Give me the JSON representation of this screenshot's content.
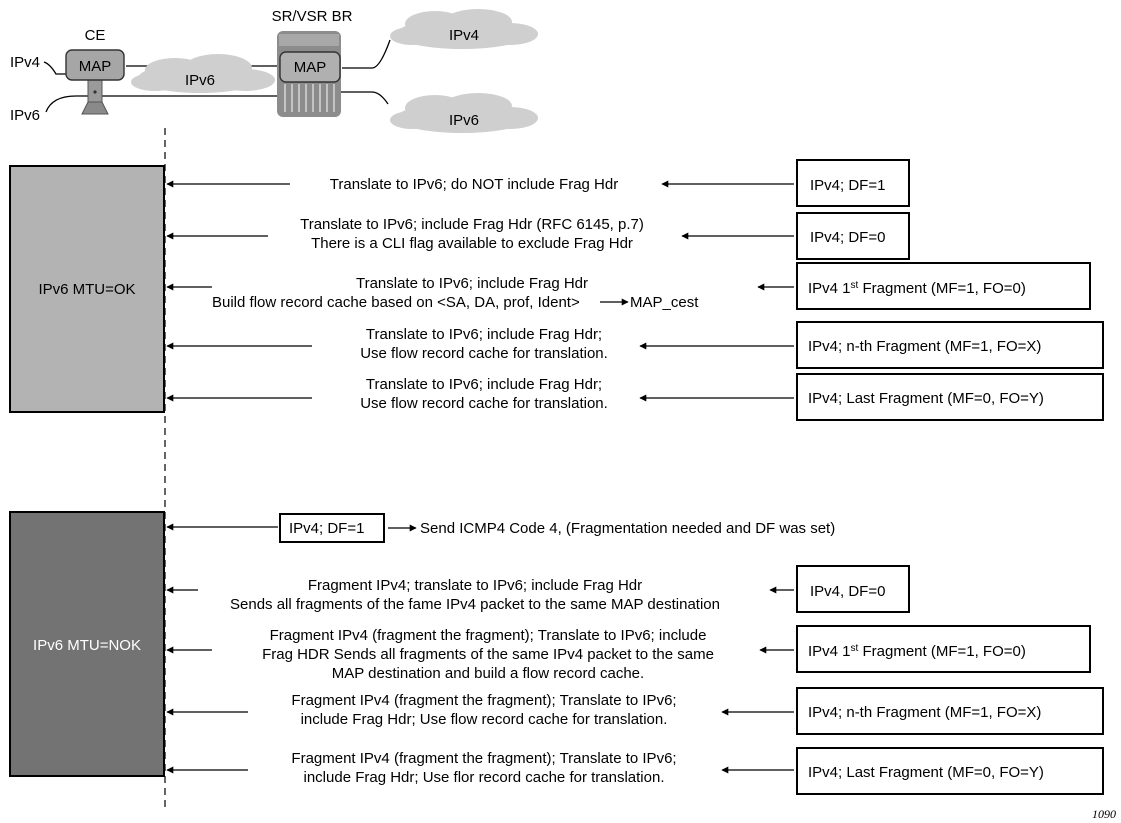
{
  "network": {
    "ce_label": "CE",
    "ce_map": "MAP",
    "br_label": "SR/VSR BR",
    "br_map": "MAP",
    "left_ipv4": "IPv4",
    "left_ipv6": "IPv6",
    "cloud_ipv6": "IPv6",
    "cloud_ipv4": "IPv4",
    "cloud_ipv6_bottom": "IPv6"
  },
  "ok_section": {
    "box_label": "IPv6 MTU=OK",
    "rows": [
      {
        "lines": [
          "Translate to IPv6; do NOT include Frag Hdr"
        ],
        "packet": "IPv4; DF=1"
      },
      {
        "lines": [
          "Translate to IPv6; include Frag Hdr (RFC 6145, p.7)",
          "There is a CLI flag available to exclude Frag Hdr"
        ],
        "packet": "IPv4; DF=0"
      },
      {
        "lines": [
          "Translate to IPv6; include Frag Hdr",
          "Build flow record cache based on <SA, DA, prof, Ident>",
          "MAP_cest"
        ],
        "packet": "IPv4 1st Fragment (MF=1, FO=0)"
      },
      {
        "lines": [
          "Translate to IPv6; include Frag Hdr;",
          "Use flow record cache for translation."
        ],
        "packet": "IPv4; n-th Fragment (MF=1, FO=X)"
      },
      {
        "lines": [
          "Translate to IPv6; include Frag Hdr;",
          "Use flow record cache for translation."
        ],
        "packet": "IPv4; Last Fragment (MF=0, FO=Y)"
      }
    ]
  },
  "nok_section": {
    "box_label": "IPv6 MTU=NOK",
    "df1_packet": "IPv4; DF=1",
    "df1_action": "Send ICMP4 Code 4, (Fragmentation needed and DF was set)",
    "rows": [
      {
        "lines": [
          "Fragment IPv4; translate to IPv6; include Frag Hdr",
          "Sends all fragments of the fame IPv4 packet to the same MAP destination"
        ],
        "packet": "IPv4, DF=0"
      },
      {
        "lines": [
          "Fragment IPv4 (fragment the fragment); Translate to IPv6; include",
          "Frag HDR Sends all fragments of the same IPv4 packet to the same",
          "MAP destination and build a flow record cache."
        ],
        "packet": "IPv4 1st Fragment (MF=1, FO=0)"
      },
      {
        "lines": [
          "Fragment IPv4 (fragment the fragment); Translate to IPv6;",
          "include Frag Hdr; Use flow record cache for translation."
        ],
        "packet": "IPv4; n-th Fragment (MF=1, FO=X)"
      },
      {
        "lines": [
          "Fragment IPv4 (fragment the fragment); Translate to IPv6;",
          "include Frag Hdr; Use flor record cache for translation."
        ],
        "packet": "IPv4; Last Fragment (MF=0, FO=Y)"
      }
    ]
  },
  "figure_id": "1090",
  "colors": {
    "ok_box": "#b3b3b3",
    "nok_box": "#737373",
    "cloud": "#cfcfcf",
    "map_box": "#a6a6a6",
    "br_body": "#8c8c8c"
  }
}
